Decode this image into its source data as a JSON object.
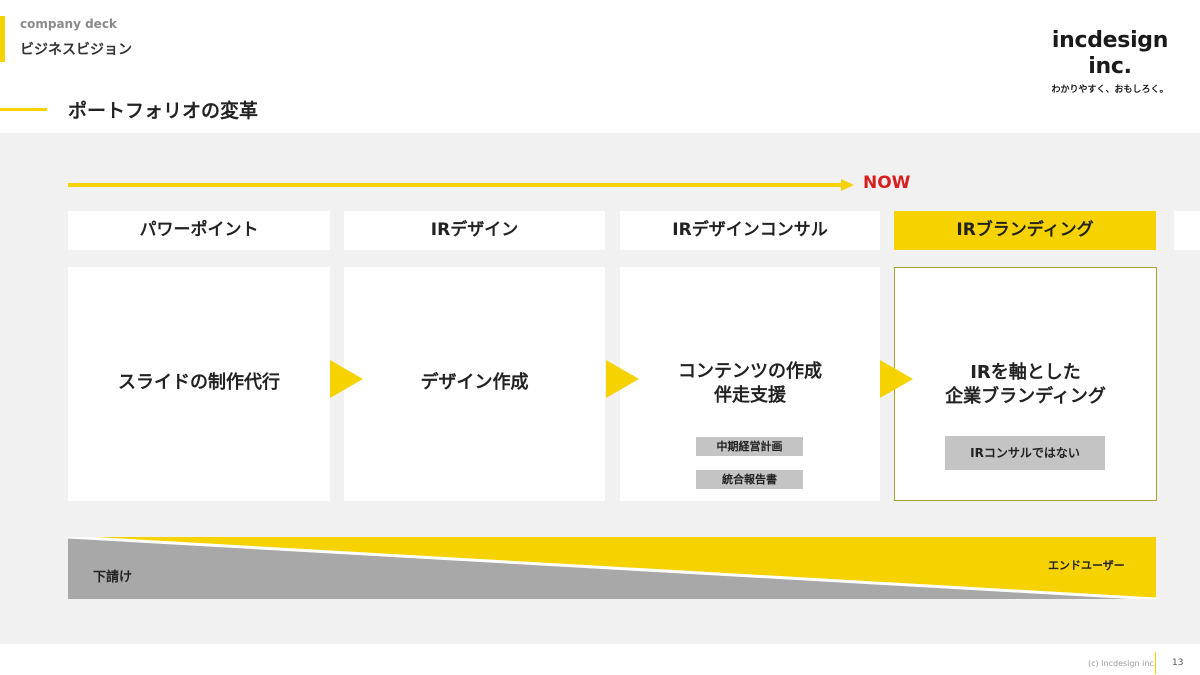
{
  "header": {
    "deck_label": "company deck",
    "section_title": "ビジネスビジョン",
    "logo_name": "incdesign inc.",
    "logo_tagline": "わかりやすく、おもしろく。"
  },
  "page_heading": "ポートフォリオの変革",
  "timeline": {
    "now_label": "NOW"
  },
  "stages": [
    {
      "tab": "パワーポイント",
      "lines": [
        "スライドの制作代行"
      ],
      "tags": []
    },
    {
      "tab": "IRデザイン",
      "lines": [
        "デザイン作成"
      ],
      "tags": []
    },
    {
      "tab": "IRデザインコンサル",
      "lines": [
        "コンテンツの作成",
        "伴走支援"
      ],
      "tags": [
        "中期経営計画",
        "統合報告書"
      ]
    },
    {
      "tab": "IRブランディング",
      "lines": [
        "IRを軸とした",
        "企業ブランディング"
      ],
      "tags": [
        "IRコンサルではない"
      ]
    }
  ],
  "band": {
    "left_label": "下請け",
    "right_label": "エンドユーザー"
  },
  "footer": {
    "copyright": "(c) Incdesign inc.",
    "page_number": "13"
  },
  "colors": {
    "accent_yellow": "#f5d200",
    "now_red": "#d81e1e",
    "band_gray": "#a8a8a8",
    "panel_bg": "#f1f1f1"
  }
}
